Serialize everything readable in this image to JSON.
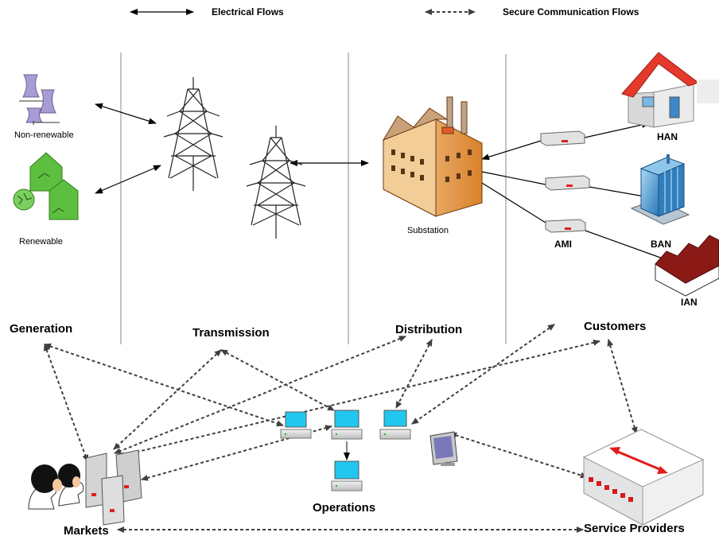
{
  "legend": {
    "electrical": "Electrical Flows",
    "communication": "Secure Communication Flows"
  },
  "labels": {
    "non_renewable": "Non-renewable",
    "renewable": "Renewable",
    "substation": "Substation",
    "han": "HAN",
    "ami": "AMI",
    "ban": "BAN",
    "ian": "IAN",
    "generation": "Generation",
    "transmission": "Transmission",
    "distribution": "Distribution",
    "customers": "Customers",
    "operations": "Operations",
    "markets": "Markets",
    "service_providers": "Service Providers"
  },
  "colors": {
    "line": "#000000",
    "dashed": "#404040",
    "divider": "#7f7f7f",
    "factory_orange": "#d9822b",
    "house_roof": "#e53a2b",
    "renewable_green": "#5cbf3f",
    "cooling_tower": "#a99bd4",
    "screen_cyan": "#22c7f0",
    "arrow_red": "#e31b1b"
  }
}
